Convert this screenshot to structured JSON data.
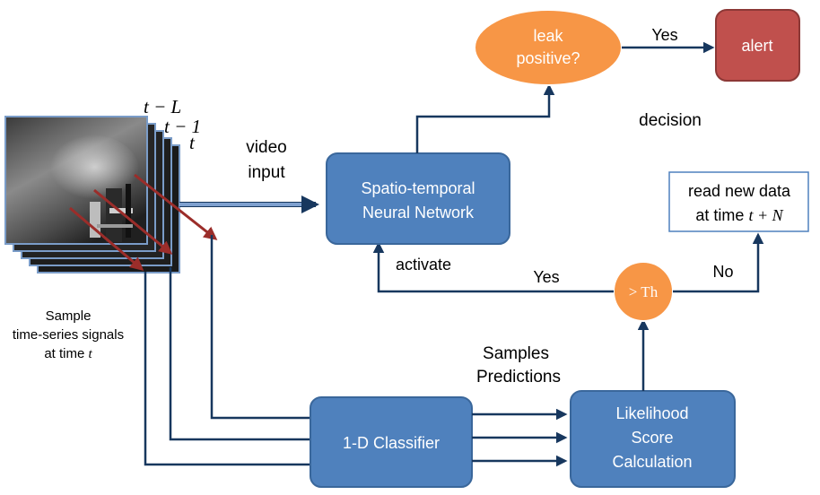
{
  "frames": {
    "label_1": "t − L",
    "label_2": "t − 1",
    "label_3": "t"
  },
  "video_input": {
    "line1": "video",
    "line2": "input"
  },
  "sample_caption": {
    "line1": "Sample",
    "line2": "time-series signals",
    "line3_prefix": "at time ",
    "line3_var": "t"
  },
  "network_box": {
    "line1": "Spatio-temporal",
    "line2": "Neural Network"
  },
  "decision_node": {
    "line1": "leak",
    "line2": "positive?"
  },
  "alert_box": {
    "label": "alert"
  },
  "decision_label": "decision",
  "yes_top": "Yes",
  "read_box": {
    "line1": "read new data",
    "line2_prefix": "at time ",
    "line2_var": "t + N"
  },
  "threshold_node": {
    "label": "> Th"
  },
  "activate_label": "activate",
  "yes_mid": "Yes",
  "no_label": "No",
  "samples_predictions": {
    "line1": "Samples",
    "line2": "Predictions"
  },
  "classifier_box": {
    "label": "1-D Classifier"
  },
  "likelihood_box": {
    "line1": "Likelihood",
    "line2": "Score",
    "line3": "Calculation"
  },
  "colors": {
    "box_blue": "#4f81bd",
    "box_blue_border": "#3a679b",
    "orange": "#f79646",
    "alert_red": "#c0504d",
    "arrow_navy": "#17375e",
    "sample_arrow": "#9b2d2a"
  }
}
